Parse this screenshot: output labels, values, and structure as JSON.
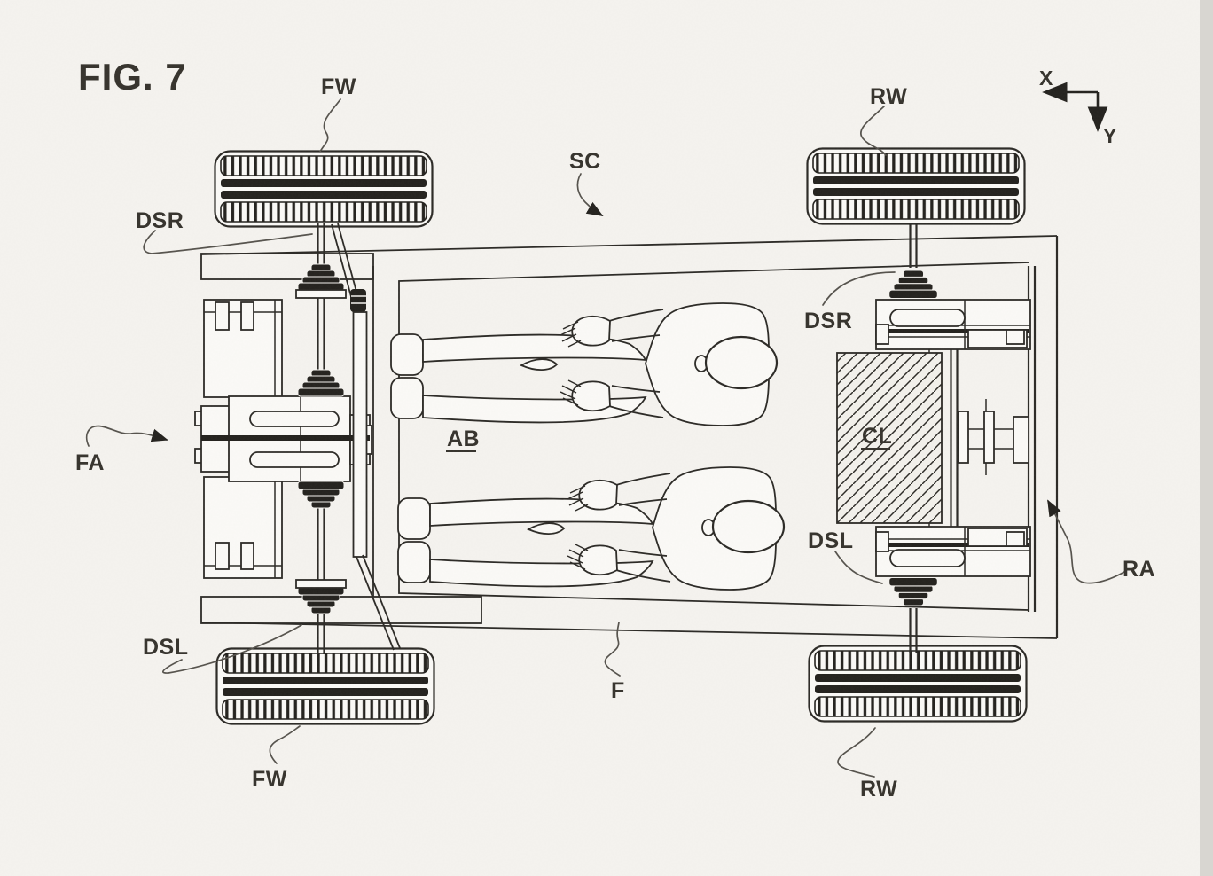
{
  "figure": {
    "title": "FIG. 7"
  },
  "labels": {
    "fw_front_top": "FW",
    "fw_front_bottom": "FW",
    "rw_rear_top": "RW",
    "rw_rear_bottom": "RW",
    "dsr_front": "DSR",
    "dsr_rear": "DSR",
    "dsl_front": "DSL",
    "dsl_rear": "DSL",
    "sc": "SC",
    "fa": "FA",
    "ra": "RA",
    "ab": "AB",
    "cl": "CL",
    "f": "F",
    "axis_x": "X",
    "axis_y": "Y"
  },
  "colors": {
    "background": "#f5f3ef",
    "line": "#2b2925",
    "ink": "#23211d",
    "label": "#35322c"
  }
}
